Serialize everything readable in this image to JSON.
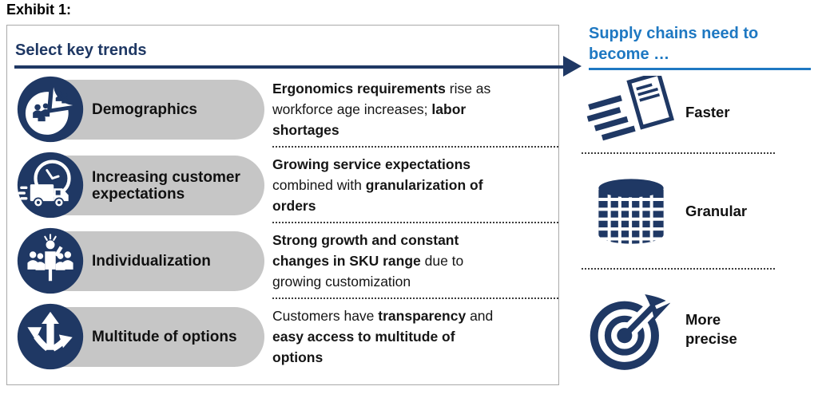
{
  "exhibit_label": "Exhibit 1:",
  "colors": {
    "navy": "#1f3864",
    "accent_blue": "#1e78c2",
    "pill_gray": "#c6c6c6",
    "box_border": "#a9a9a9"
  },
  "left_panel": {
    "title": "Select key trends",
    "rows": [
      {
        "icon": "demographics-pie-people-icon",
        "label": "Demographics",
        "lines": [
          [
            {
              "t": "Ergonomics requirements",
              "b": true
            },
            {
              "t": " rise as"
            }
          ],
          [
            {
              "t": "workforce age increases; "
            },
            {
              "t": "labor",
              "b": true
            }
          ],
          [
            {
              "t": "shortages",
              "b": true
            }
          ]
        ]
      },
      {
        "icon": "speedy-delivery-truck-icon",
        "label": "Increasing customer expectations",
        "lines": [
          [
            {
              "t": "Growing service expectations",
              "b": true
            }
          ],
          [
            {
              "t": "combined with "
            },
            {
              "t": "granularization of",
              "b": true
            }
          ],
          [
            {
              "t": "orders",
              "b": true
            }
          ]
        ]
      },
      {
        "icon": "individual-standout-icon",
        "label": "Individualization",
        "lines": [
          [
            {
              "t": "Strong growth and constant",
              "b": true
            }
          ],
          [
            {
              "t": "changes in SKU range",
              "b": true
            },
            {
              "t": " due to"
            }
          ],
          [
            {
              "t": "growing customization"
            }
          ]
        ]
      },
      {
        "icon": "branching-arrows-icon",
        "label": "Multitude of options",
        "lines": [
          [
            {
              "t": "Customers have "
            },
            {
              "t": "transparency",
              "b": true
            },
            {
              "t": " and"
            }
          ],
          [
            {
              "t": "easy access to multitude of",
              "b": true
            }
          ],
          [
            {
              "t": "options",
              "b": true
            }
          ]
        ]
      }
    ]
  },
  "right_panel": {
    "title": "Supply chains need to become …",
    "items": [
      {
        "icon": "flying-document-icon",
        "label": "Faster"
      },
      {
        "icon": "granular-cylinder-icon",
        "label": "Granular"
      },
      {
        "icon": "bullseye-dart-icon",
        "label": "More precise"
      }
    ]
  }
}
